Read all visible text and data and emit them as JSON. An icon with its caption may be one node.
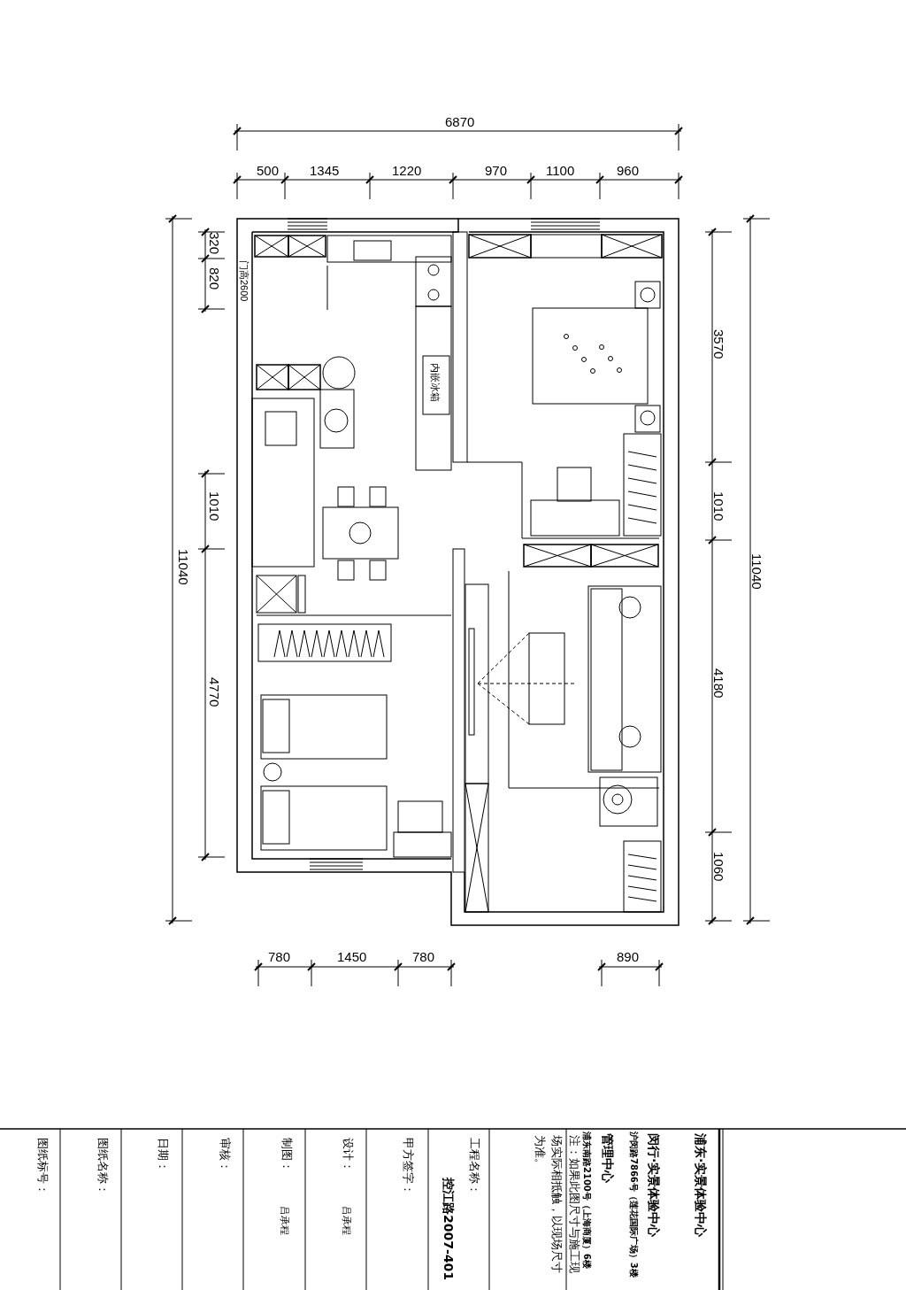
{
  "diagram": {
    "labels": [
      "6870",
      "500",
      "1345",
      "1220",
      "970",
      "1100",
      "960",
      "320",
      "820",
      "门高2600",
      "内嵌冰箱",
      "1010",
      "11040",
      "4770",
      "3570",
      "1010",
      "11040",
      "4180",
      "1060",
      "780",
      "1450",
      "780",
      "890",
      "图纸标号：",
      "图纸名称：",
      "日期：",
      "审核：",
      "制图：",
      "吕承程",
      "设计：",
      "吕承程",
      "甲方签字：",
      "控江路2007-401",
      "工程名称：",
      "注：如果此图尺寸与施工现场实际相抵触，以现场尺寸为准。",
      "浦东南路2100号（上海商厦）6楼",
      "管理中心",
      "沪闵路7866号（莲花国际广场）3楼",
      "闵行·实景体验中心",
      "浦东·实景体验中心"
    ]
  }
}
